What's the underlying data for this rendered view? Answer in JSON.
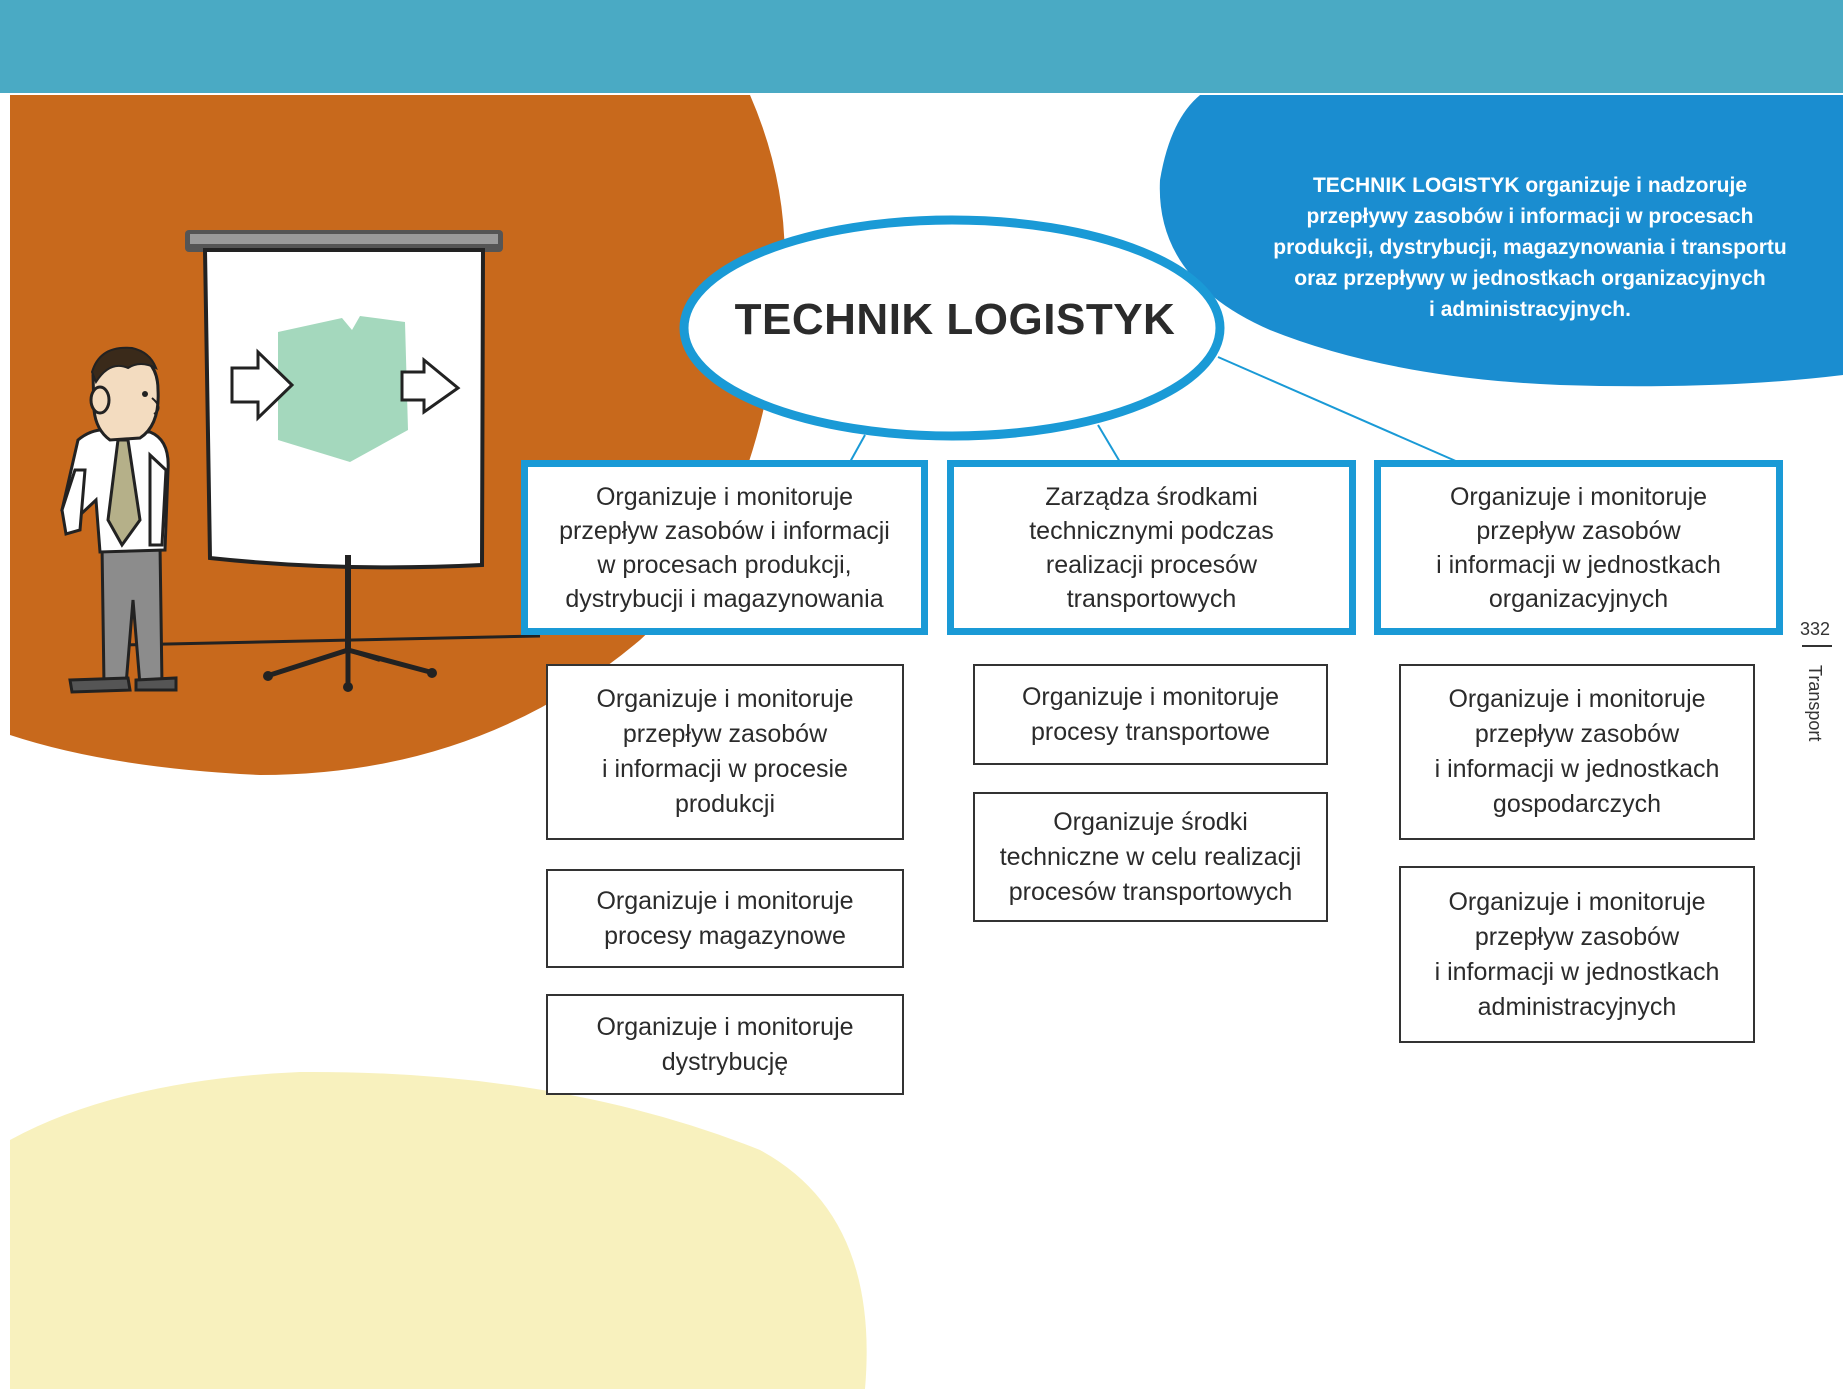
{
  "colors": {
    "header_band": "#4aaac4",
    "orange_blob": "#c8691c",
    "blue_blob": "#1a8dd0",
    "yellow_blob": "#f8f1be",
    "box_border": "#1a9ad6",
    "board_figure": "#a4d8bd"
  },
  "summary": {
    "text": "TECHNIK LOGISTYK organizuje i nadzoruje\nprzepływy zasobów i informacji w procesach\nprodukcji, dystrybucji, magazynowania i transportu\noraz przepływy w jednostkach organizacyjnych\ni administracyjnych."
  },
  "central": {
    "title": "TECHNIK LOGISTYK"
  },
  "columns": [
    {
      "main": "Organizuje i monitoruje\nprzepływ zasobów i informacji\nw procesach produkcji,\ndystrybucji i magazynowania",
      "subs": [
        "Organizuje i monitoruje\nprzepływ zasobów\ni informacji w procesie\nprodukcji",
        "Organizuje i monitoruje\nprocesy magazynowe",
        "Organizuje i monitoruje\ndystrybucję"
      ]
    },
    {
      "main": "Zarządza środkami\ntechnicznymi podczas\nrealizacji procesów\ntransportowych",
      "subs": [
        "Organizuje i monitoruje\nprocesy transportowe",
        "Organizuje środki\ntechniczne w celu realizacji\nprocesów transportowych"
      ]
    },
    {
      "main": "Organizuje i monitoruje\nprzepływ zasobów\ni informacji w jednostkach\norganizacyjnych",
      "subs": [
        "Organizuje i monitoruje\nprzepływ zasobów\ni informacji w jednostkach\ngospodarczych",
        "Organizuje i monitoruje\nprzepływ zasobów\ni informacji w jednostkach\nadministracyjnych"
      ]
    }
  ],
  "footer": {
    "page_number": "332",
    "section": "Transport"
  },
  "icons": {
    "illustration": "presenter-illustration",
    "board": "flipchart-icon",
    "arrow_in": "arrow-right-icon",
    "arrow_out": "arrow-right-icon",
    "box": "cube-icon"
  }
}
